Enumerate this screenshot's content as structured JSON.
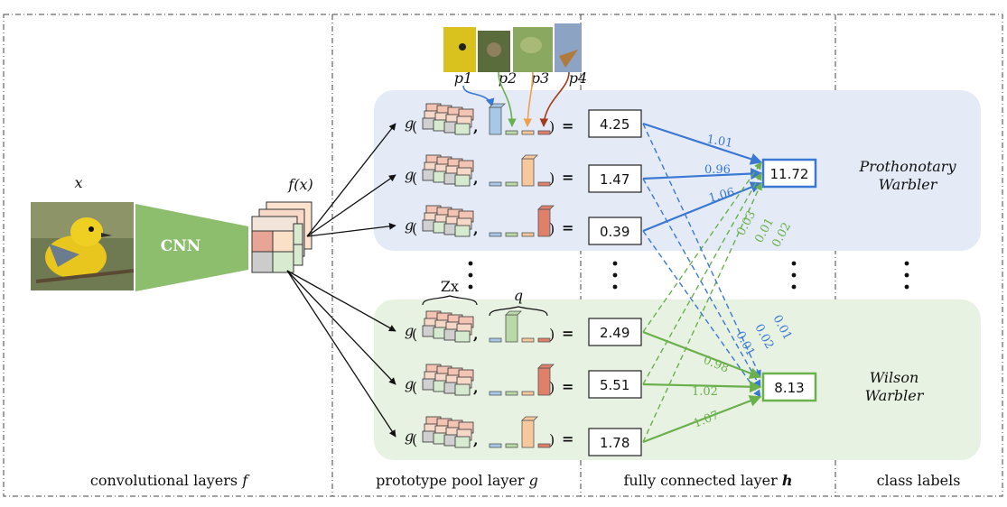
{
  "input_label": "x",
  "cnn_label": "CNN",
  "feature_label": "f(x)",
  "prototype_labels": [
    "p1",
    "p2",
    "p3",
    "p4"
  ],
  "g_label": "g",
  "z_label": "Zx",
  "q_label": "q",
  "equals": "=",
  "similarity_values": [
    "4.25",
    "1.47",
    "0.39",
    "2.49",
    "5.51",
    "1.78"
  ],
  "edge_weights": {
    "blue_solid": [
      "1.01",
      "0.96",
      "1.06"
    ],
    "green_dashed": [
      "0.03",
      "0.01",
      "0.02"
    ],
    "blue_dashed": [
      "0.01",
      "0.02",
      "0.01"
    ],
    "green_solid": [
      "0.98",
      "1.02",
      "1.07"
    ]
  },
  "class_scores": [
    "11.72",
    "8.13"
  ],
  "class_names": [
    [
      "Prothonotary",
      "Warbler"
    ],
    [
      "Wilson",
      "Warbler"
    ]
  ],
  "section_labels": {
    "conv": "convolutional layers",
    "conv_sym": "f",
    "proto": "prototype pool layer",
    "proto_sym": "g",
    "fc": "fully connected layer",
    "fc_sym": "h",
    "cls": "class labels"
  },
  "colors": {
    "blue_region": "#e4ebf7",
    "green_region": "#e8f2e2",
    "blue": "#3a78d4",
    "green": "#6ab04c",
    "cnn": "#8cbe6e",
    "orange": "#f0a04b",
    "dark_red": "#a33a1e"
  }
}
